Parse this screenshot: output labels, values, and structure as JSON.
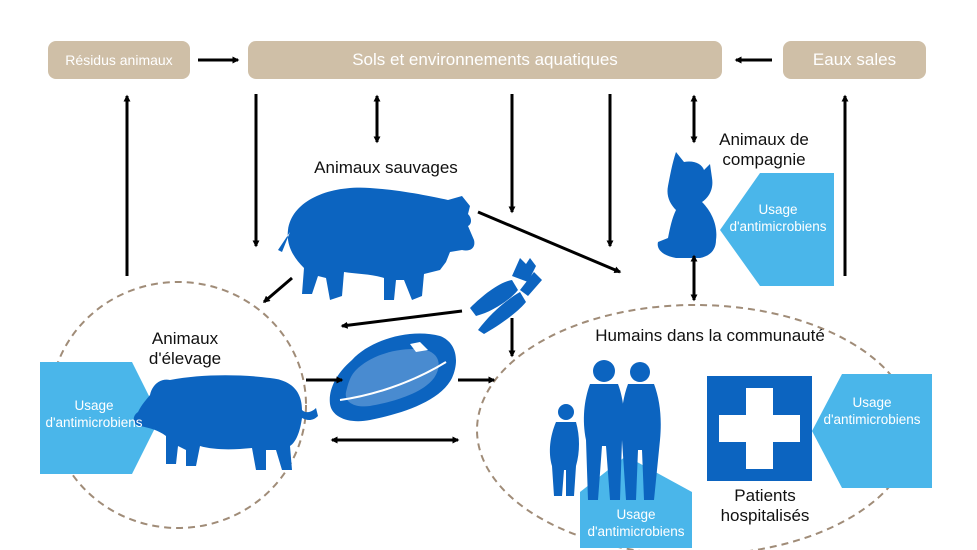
{
  "colors": {
    "box": "#cfbfa7",
    "box_text": "#ffffff",
    "silhouette": "#0c64c0",
    "usage_badge": "#4ab6ea",
    "arrow": "#000000",
    "dashed_circle": "#a08c78"
  },
  "top_boxes": {
    "residues": "Résidus animaux",
    "soils": "Sols et environnements aquatiques",
    "wastewater": "Eaux sales"
  },
  "labels": {
    "wild_animals": "Animaux sauvages",
    "companion_line1": "Animaux de",
    "companion_line2": "compagnie",
    "livestock_line1": "Animaux",
    "livestock_line2": "d'élevage",
    "humans": "Humains dans la communauté",
    "patients_line1": "Patients",
    "patients_line2": "hospitalisés"
  },
  "usage_badge": {
    "line1": "Usage",
    "line2": "d'antimicrobiens"
  },
  "icons": [
    "boar-icon",
    "cat-icon",
    "pig-icon",
    "meat-steak-icon",
    "carrots-icon",
    "family-icon",
    "hospital-cross-icon"
  ]
}
